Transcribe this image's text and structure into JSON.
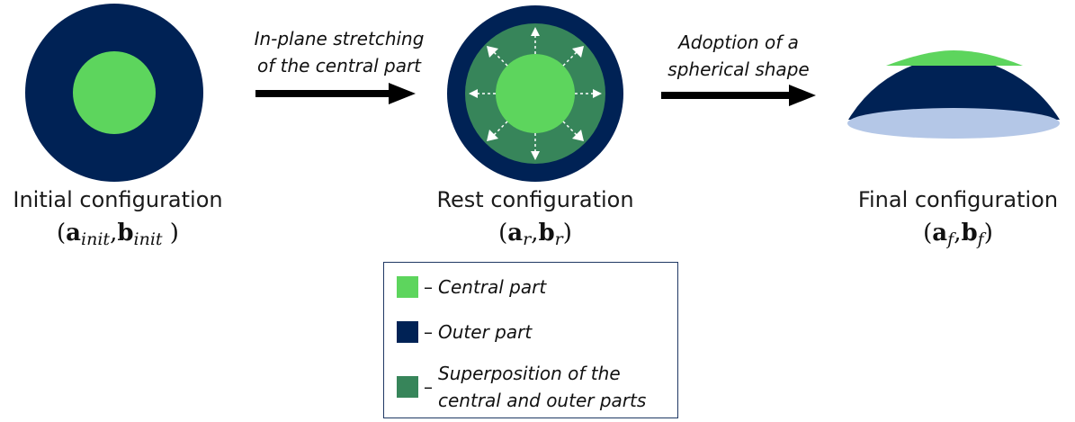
{
  "colors": {
    "central": "#5dd55d",
    "outer": "#002255",
    "superposition": "#37855a",
    "dome_base": "#b4c7e7",
    "arrow": "#000000"
  },
  "configurations": [
    {
      "title": "Initial configuration",
      "a": "a",
      "b": "b",
      "sub": "init"
    },
    {
      "title": "Rest configuration",
      "a": "a",
      "b": "b",
      "sub": "r"
    },
    {
      "title": "Final configuration",
      "a": "a",
      "b": "b",
      "sub": "f"
    }
  ],
  "arrows": [
    {
      "label_line1": "In-plane stretching",
      "label_line2": "of the central part"
    },
    {
      "label_line1": "Adoption of a",
      "label_line2": "spherical shape"
    }
  ],
  "legend": {
    "items": [
      {
        "dash": "–",
        "label": "Central part"
      },
      {
        "dash": "–",
        "label": "Outer part"
      },
      {
        "dash": "–",
        "label_line1": "Superposition of the",
        "label_line2": "central and outer parts"
      }
    ]
  }
}
